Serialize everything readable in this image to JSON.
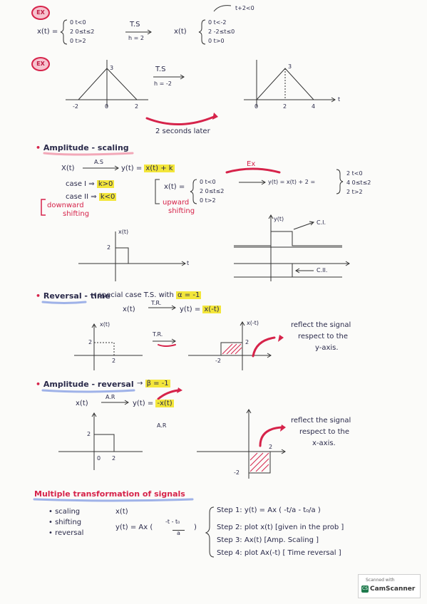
{
  "ex1": {
    "badge": "EX",
    "lhs_label": "x(t) =",
    "lhs_rows": [
      "0   t<0",
      "2   0≤t≤2",
      "0   t>2"
    ],
    "arrow_label": "T.S",
    "arrow_sub": "h = 2",
    "rhs_label": "x(t)",
    "rhs_rows": [
      "0   t<-2",
      "2   -2≤t≤0",
      "0   t>0"
    ],
    "rhs_note": "t+2<0"
  },
  "ex2": {
    "badge": "EX",
    "arrow_label": "T.S",
    "arrow_sub": "h = -2",
    "left_peak": "3",
    "left_ticks": [
      "-2",
      "0",
      "2"
    ],
    "right_peak": "3",
    "right_ticks": [
      "0",
      "2",
      "4"
    ],
    "axis_t": "t",
    "caption": "2 seconds later"
  },
  "amp_scaling": {
    "heading": "Amplitude - scaling",
    "formula_left": "X(t)",
    "arrow_label": "A.S",
    "formula_right": "y(t) =",
    "formula_hl": "x(t) + k",
    "case1": "case I ⇒",
    "case1_hl": "k>0",
    "case2": "case II ⇒",
    "case2_hl": "k<0",
    "downward": "downward",
    "downward2": "shifting",
    "upward": "upward",
    "upward2": "shifting",
    "ex_label": "Ex",
    "ex_lhs": "x(t) =",
    "ex_lhs_rows": [
      "0   t<0",
      "2   0≤t≤2",
      "0   t>2"
    ],
    "ex_mid": "y(t) = x(t) + 2 =",
    "ex_rhs_rows": [
      "2   t<0",
      "4   0≤t≤2",
      "2   t>2"
    ],
    "plot_xt": "x(t)",
    "plot_two": "2",
    "plot_t": "t",
    "plot_yt": "y(t)",
    "ci": "C.I.",
    "cii": "C.II."
  },
  "reversal_time": {
    "heading": "Reversal - time",
    "special": "→ special case T.S. with",
    "special_hl": "α = -1",
    "formula_left": "x(t)",
    "arrow_label": "T.R.",
    "formula_right": "y(t) =",
    "formula_hl": "x(-t)",
    "plot1_label": "x(t)",
    "plot1_two": "2",
    "plot1_tick": "2",
    "tr_label": "T.R.",
    "plot2_label": "x(-t)",
    "plot2_two": "2",
    "plot2_tick": "-2",
    "note": [
      "reflect the signal",
      "respect to the",
      "y-axis."
    ]
  },
  "amp_reversal": {
    "heading": "Amplitude - reversal",
    "beta": "→",
    "beta_hl": "β = -1",
    "formula_left": "x(t)",
    "arrow_label": "A.R",
    "formula_right": "y(t) =",
    "formula_hl": "-x(t)",
    "plot1_two": "2",
    "plot1_ticks": [
      "0",
      "2"
    ],
    "ar_label": "A.R",
    "plot2_tick": "2",
    "plot2_neg": "-2",
    "note": [
      "reflect the signal",
      "respect to the",
      "x-axis."
    ]
  },
  "multiple": {
    "heading": "Multiple transformation of signals",
    "bullets": [
      "scaling",
      "shifting",
      "reversal"
    ],
    "xt": "x(t)",
    "yt": "y(t) = Ax (",
    "yt_frac_num": "-t - t₀",
    "yt_frac_den": "a",
    "yt_close": ")",
    "steps": [
      "Step 1: y(t) = Ax ( -t/a - t₀/a )",
      "Step 2: plot x(t) [given in the prob ]",
      "Step 3: Ax(t) [Amp. Scaling ]",
      "Step 4: plot Ax(-t)  [ Time reversal ]"
    ]
  },
  "watermark": {
    "line1": "Scanned with",
    "line2": "CamScanner",
    "icon": "CS"
  }
}
